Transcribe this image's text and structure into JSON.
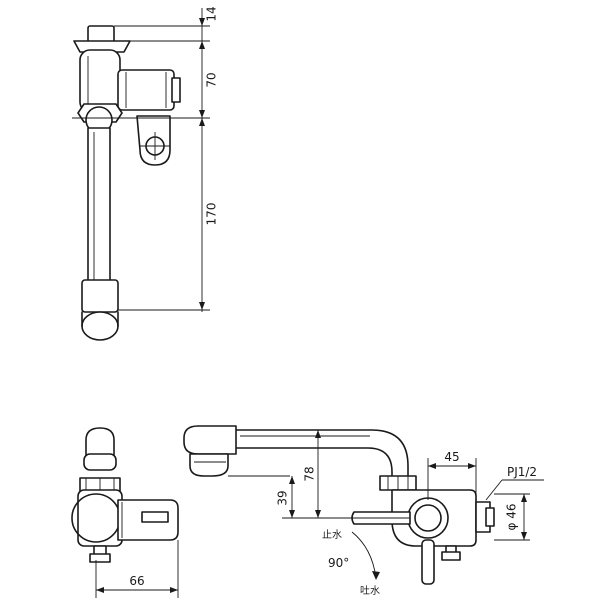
{
  "top_view": {
    "dim_top_gap": "14",
    "dim_body": "70",
    "dim_spout": "170"
  },
  "front_view": {
    "dim_width": "66"
  },
  "side_view": {
    "dim_height_78": "78",
    "dim_height_39": "39",
    "dim_depth_45": "45",
    "dim_dia_46": "φ 46",
    "thread_label": "PJ1/2",
    "angle_label": "90°",
    "stop_label": "止水",
    "discharge_label": "吐水"
  }
}
